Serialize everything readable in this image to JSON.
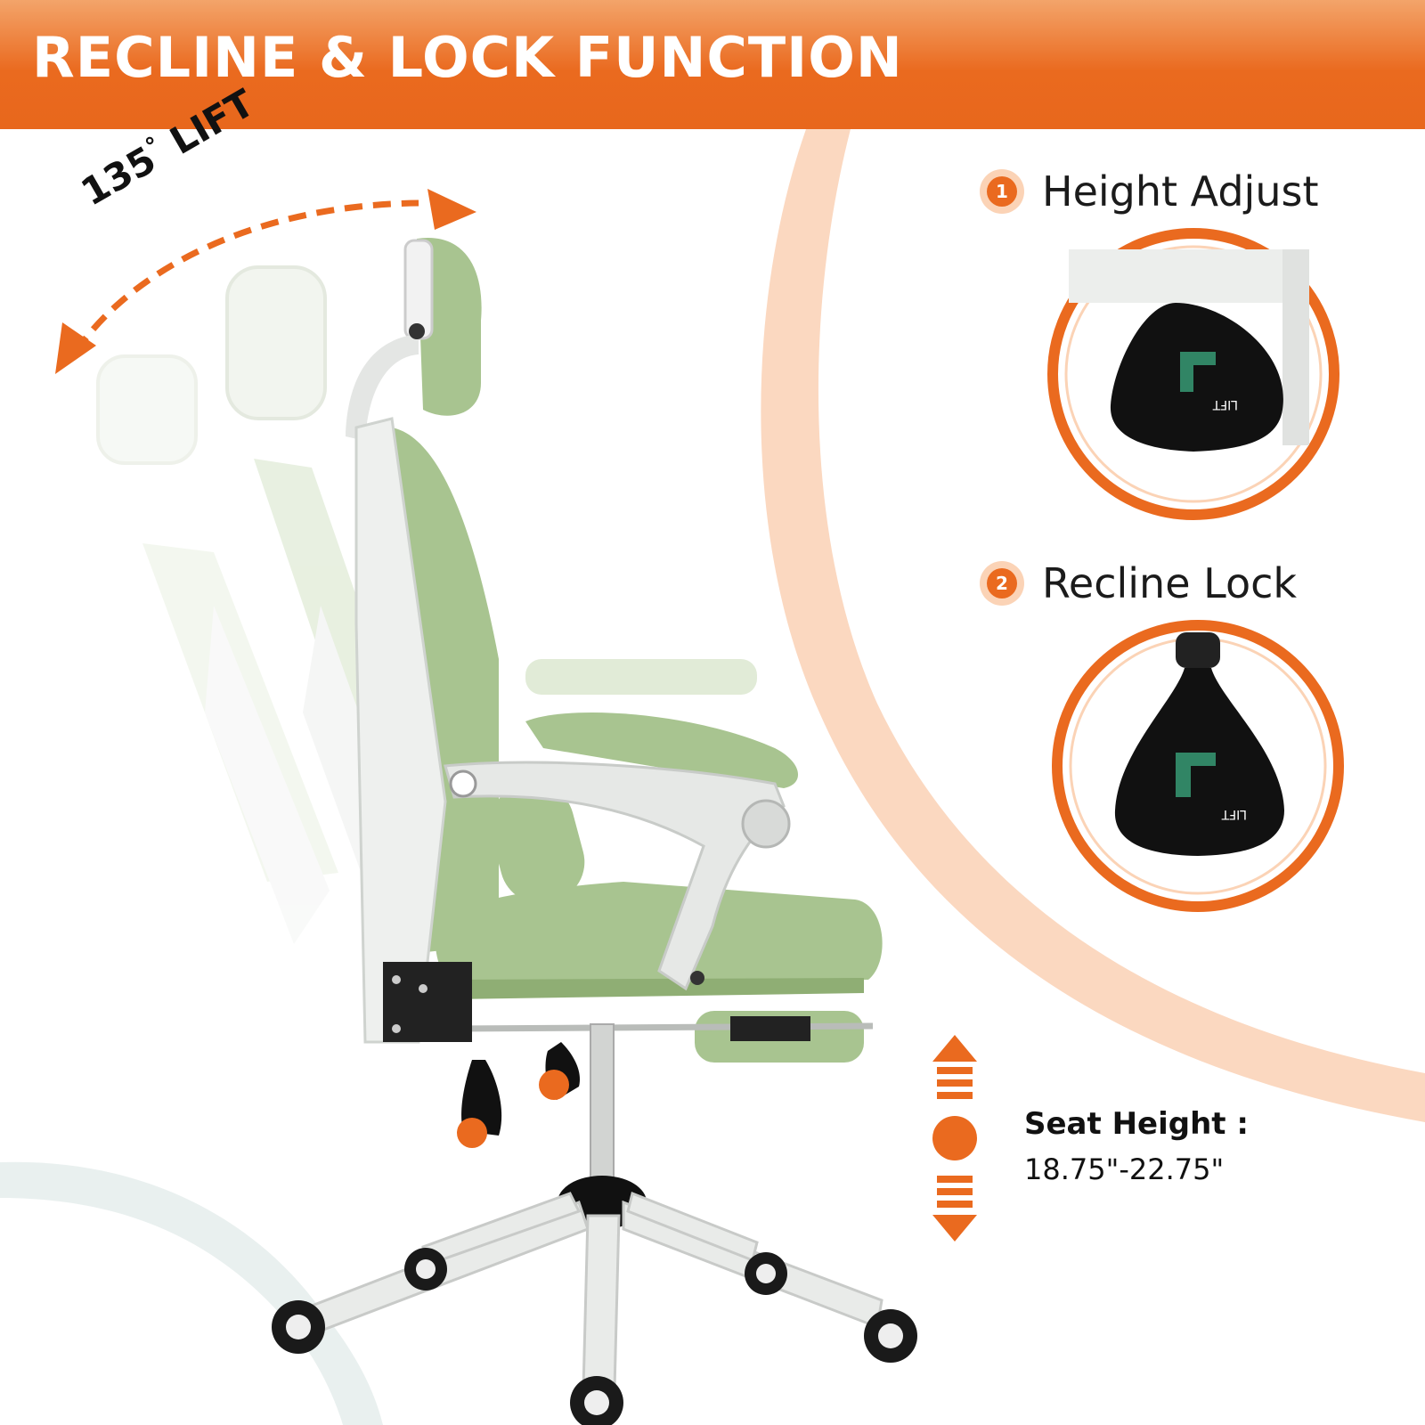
{
  "banner": {
    "title": "RECLINE & LOCK FUNCTION",
    "color": "#ea6a1f"
  },
  "recline": {
    "angle_label": "135",
    "degree_symbol": "°",
    "lift_word": " LIFT"
  },
  "features": [
    {
      "number": "1",
      "label": "Height Adjust",
      "icon": "lever-lift-closeup"
    },
    {
      "number": "2",
      "label": "Recline Lock",
      "icon": "lever-lift-closeup"
    }
  ],
  "lever_text": "LIFT",
  "seat_height": {
    "title": "Seat Height :",
    "range": "18.75\"-22.75\""
  },
  "colors": {
    "accent": "#ea6a1f",
    "accent_light": "#fbd3b6",
    "chair_green": "#a8c490",
    "frame_white": "#eef0ee"
  }
}
